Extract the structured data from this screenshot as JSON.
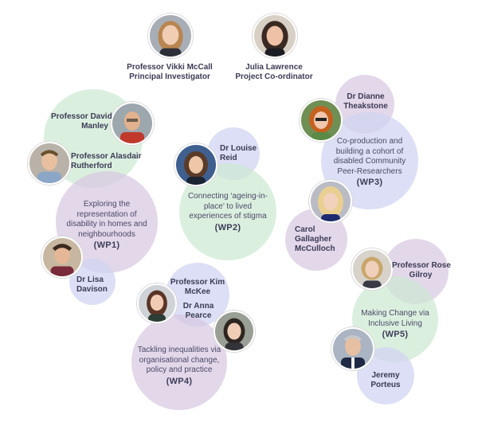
{
  "lead_team": [
    {
      "name": "Professor Vikki McCall",
      "role": "Principal Investigator"
    },
    {
      "name": "Julia Lawrence",
      "role": "Project Co-ordinator"
    }
  ],
  "work_packages": [
    {
      "code": "(WP1)",
      "lines": [
        "Exploring the",
        "representation of",
        "disability in homes and",
        "neighbourhoods"
      ]
    },
    {
      "code": "(WP2)",
      "lines": [
        "Connecting ‘ageing-in-",
        "place’ to lived",
        "experiences of stigma"
      ]
    },
    {
      "code": "(WP3)",
      "lines": [
        "Co-production and",
        "building a cohort of",
        "disabled Community",
        "Peer-Researchers"
      ]
    },
    {
      "code": "(WP4)",
      "lines": [
        "Tackling inequalities via",
        "organisational change,",
        "policy and practice"
      ]
    },
    {
      "code": "(WP5)",
      "lines": [
        "Making Change via",
        "Inclusive Living"
      ]
    }
  ],
  "people": {
    "david_manley": [
      "Professor David",
      "Manley"
    ],
    "alasdair_rutherford": [
      "Professor Alasdair",
      "Rutherford"
    ],
    "lisa_davison": [
      "Dr Lisa",
      "Davison"
    ],
    "louise_reid": [
      "Dr Louise",
      "Reid"
    ],
    "dianne_theakstone": [
      "Dr Dianne",
      "Theakstone"
    ],
    "carol_gallagher_mcculloch": [
      "Carol",
      "Gallagher",
      "McCulloch"
    ],
    "kim_mckee": [
      "Professor Kim",
      "McKee"
    ],
    "anna_pearce": [
      "Dr Anna",
      "Pearce"
    ],
    "rose_gilroy": [
      "Professor Rose",
      "Gilroy"
    ],
    "jeremy_porteus": [
      "Jeremy",
      "Porteus"
    ]
  }
}
